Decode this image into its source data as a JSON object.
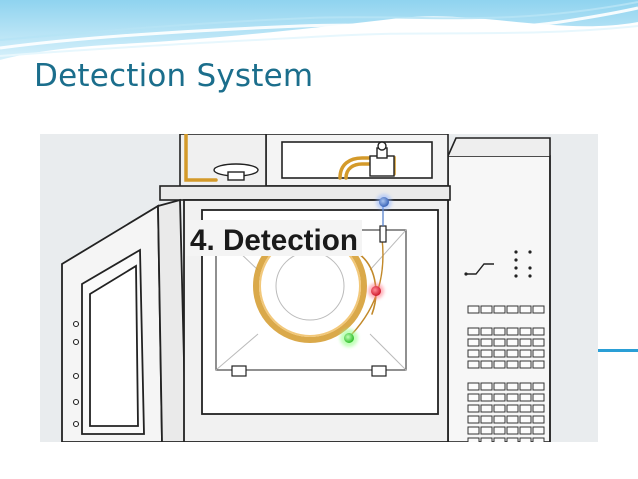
{
  "slide": {
    "title": "Detection System"
  },
  "figure": {
    "label": "4. Detection",
    "markers": [
      {
        "name": "blue-marker",
        "color": "#4a78c8"
      },
      {
        "name": "red-marker",
        "color": "#e0283c"
      },
      {
        "name": "green-marker",
        "color": "#3fcf3a"
      }
    ]
  },
  "colors": {
    "title": "#1b6e8c",
    "accent_line": "#2a9fd6",
    "column_tubing": "#d49a2a",
    "background_wash": "#e9ecee"
  }
}
